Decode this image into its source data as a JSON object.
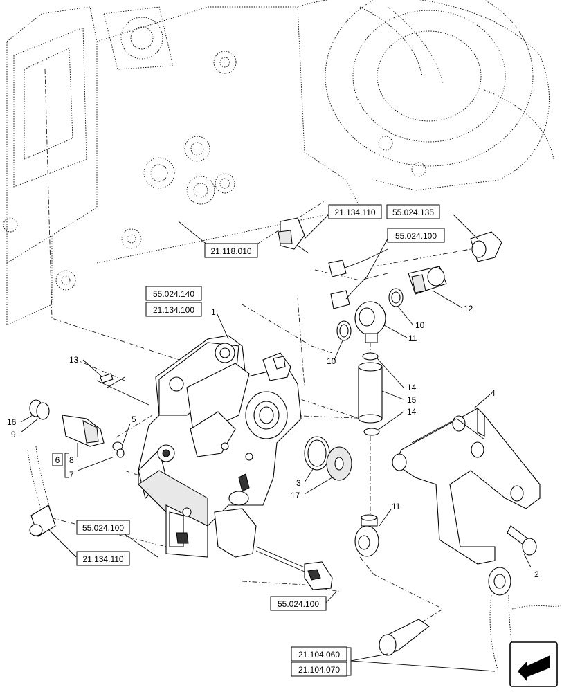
{
  "diagram": {
    "reference_boxes": [
      {
        "id": "ref-21-134-110-top",
        "label": "21.134.110"
      },
      {
        "id": "ref-55-024-135",
        "label": "55.024.135"
      },
      {
        "id": "ref-55-024-100-top",
        "label": "55.024.100"
      },
      {
        "id": "ref-21-118-010",
        "label": "21.118.010"
      },
      {
        "id": "ref-55-024-140",
        "label": "55.024.140"
      },
      {
        "id": "ref-21-134-100",
        "label": "21.134.100"
      },
      {
        "id": "ref-55-024-100-left",
        "label": "55.024.100"
      },
      {
        "id": "ref-21-134-110-bottom",
        "label": "21.134.110"
      },
      {
        "id": "ref-55-024-100-bottom",
        "label": "55.024.100"
      },
      {
        "id": "ref-21-104-060",
        "label": "21.104.060"
      },
      {
        "id": "ref-21-104-070",
        "label": "21.104.070"
      }
    ],
    "part_numbers": {
      "p1": "1",
      "p2": "2",
      "p3": "3",
      "p4": "4",
      "p5": "5",
      "p6": "6",
      "p7": "7",
      "p8": "8",
      "p9": "9",
      "p10a": "10",
      "p10b": "10",
      "p11a": "11",
      "p11b": "11",
      "p12": "12",
      "p13": "13",
      "p14a": "14",
      "p14b": "14",
      "p15": "15",
      "p16": "16",
      "p17": "17"
    }
  }
}
